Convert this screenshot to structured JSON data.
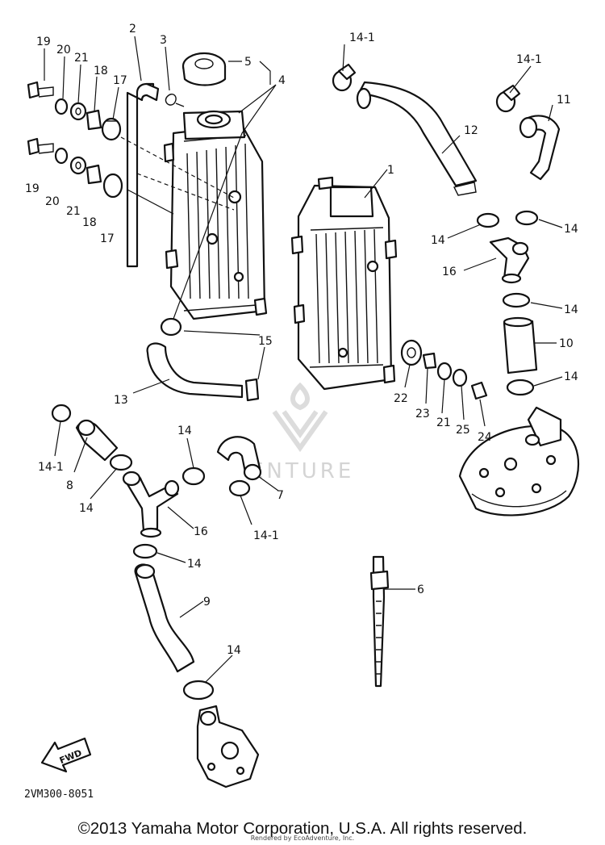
{
  "diagram": {
    "part_code": "2VM300-8051",
    "fwd_label": "FWD",
    "watermark_text": "ENTURE",
    "callouts": [
      {
        "id": "c19a",
        "label": "19"
      },
      {
        "id": "c20a",
        "label": "20"
      },
      {
        "id": "c21a",
        "label": "21"
      },
      {
        "id": "c18a",
        "label": "18"
      },
      {
        "id": "c17a",
        "label": "17"
      },
      {
        "id": "c2",
        "label": "2"
      },
      {
        "id": "c3",
        "label": "3"
      },
      {
        "id": "c5",
        "label": "5"
      },
      {
        "id": "c4",
        "label": "4"
      },
      {
        "id": "c19b",
        "label": "19"
      },
      {
        "id": "c20b",
        "label": "20"
      },
      {
        "id": "c21b",
        "label": "21"
      },
      {
        "id": "c18b",
        "label": "18"
      },
      {
        "id": "c17b",
        "label": "17"
      },
      {
        "id": "c14-1a",
        "label": "14-1"
      },
      {
        "id": "c14-1b",
        "label": "14-1"
      },
      {
        "id": "c11",
        "label": "11"
      },
      {
        "id": "c12",
        "label": "12"
      },
      {
        "id": "c1",
        "label": "1"
      },
      {
        "id": "c14a",
        "label": "14"
      },
      {
        "id": "c14b",
        "label": "14"
      },
      {
        "id": "c16a",
        "label": "16"
      },
      {
        "id": "c14c",
        "label": "14"
      },
      {
        "id": "c10",
        "label": "10"
      },
      {
        "id": "c14d",
        "label": "14"
      },
      {
        "id": "c15",
        "label": "15"
      },
      {
        "id": "c13",
        "label": "13"
      },
      {
        "id": "c22",
        "label": "22"
      },
      {
        "id": "c23",
        "label": "23"
      },
      {
        "id": "c21c",
        "label": "21"
      },
      {
        "id": "c25",
        "label": "25"
      },
      {
        "id": "c24",
        "label": "24"
      },
      {
        "id": "c14-1c",
        "label": "14-1"
      },
      {
        "id": "c8",
        "label": "8"
      },
      {
        "id": "c14e",
        "label": "14"
      },
      {
        "id": "c14f",
        "label": "14"
      },
      {
        "id": "c7",
        "label": "7"
      },
      {
        "id": "c16b",
        "label": "16"
      },
      {
        "id": "c14-1d",
        "label": "14-1"
      },
      {
        "id": "c14g",
        "label": "14"
      },
      {
        "id": "c6",
        "label": "6"
      },
      {
        "id": "c9",
        "label": "9"
      },
      {
        "id": "c14h",
        "label": "14"
      }
    ]
  },
  "footer": {
    "copyright": "©2013 Yamaha Motor Corporation, U.S.A. All rights reserved.",
    "rendered_by": "Rendered by EcoAdventure, Inc."
  }
}
